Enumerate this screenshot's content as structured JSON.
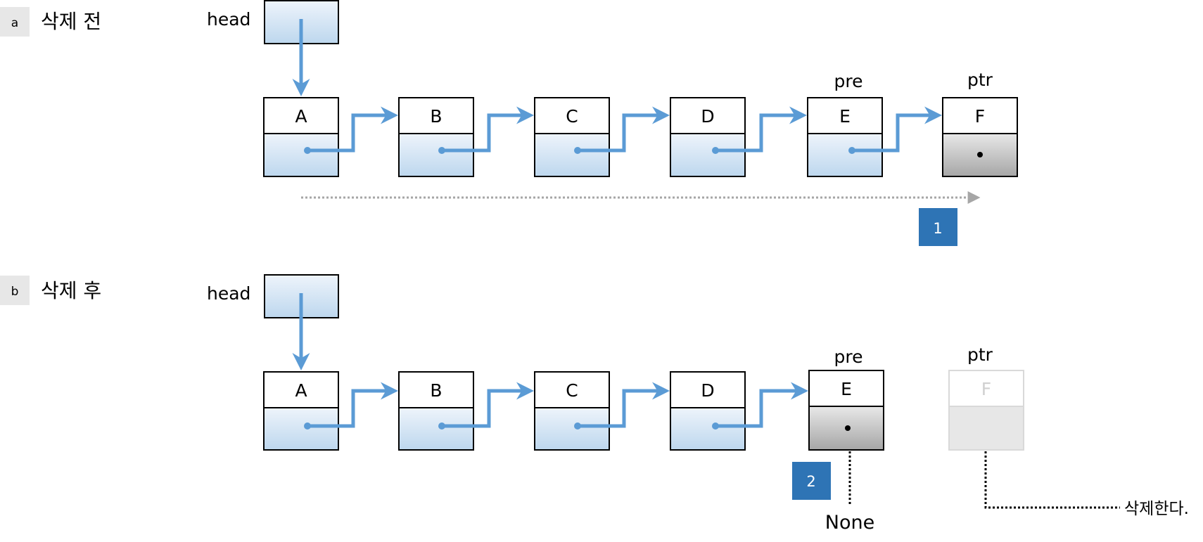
{
  "sections": {
    "a": {
      "tag": "a",
      "title": "삭제 전"
    },
    "b": {
      "tag": "b",
      "title": "삭제 후"
    }
  },
  "labels": {
    "head": "head",
    "pre": "pre",
    "ptr": "ptr",
    "none": "None",
    "delete_note": "삭제한다."
  },
  "steps": {
    "one": "1",
    "two": "2"
  },
  "nodes_before": [
    "A",
    "B",
    "C",
    "D",
    "E",
    "F"
  ],
  "nodes_after": [
    "A",
    "B",
    "C",
    "D",
    "E",
    "F"
  ],
  "colors": {
    "arrow": "#5b9bd5",
    "step_badge": "#2e74b5",
    "node_fill_top": "#ffffff",
    "node_grad_light": "#eef4fb",
    "node_grad_dark": "#bdd7ee",
    "null_grad_light": "#e8e8e8",
    "null_grad_dark": "#a6a6a6",
    "deleted": "#d9d9d9",
    "traversal": "#a6a6a6"
  }
}
